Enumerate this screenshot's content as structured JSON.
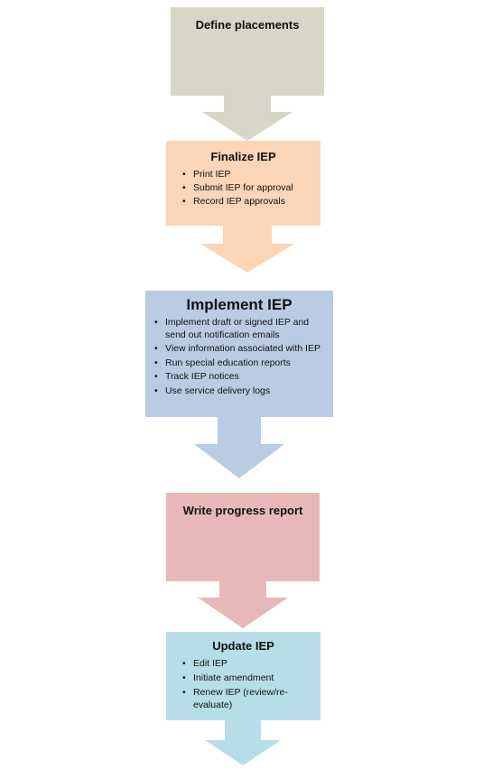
{
  "steps": [
    {
      "title": "Define placements",
      "color": "#d8d7c7",
      "arrow_color": "#d8d7c7",
      "items": []
    },
    {
      "title": "Finalize IEP",
      "color": "#fbd5b5",
      "arrow_color": "#fbd5b5",
      "items": [
        "Print IEP",
        "Submit IEP for approval",
        "Record IEP approvals"
      ]
    },
    {
      "title": "Implement IEP",
      "color": "#b9cce4",
      "arrow_color": "#b9cce4",
      "items": [
        "Implement draft or signed IEP and send out notification emails",
        "View information associated with IEP",
        "Run special education reports",
        "Track IEP notices",
        "Use service delivery logs"
      ]
    },
    {
      "title": "Write progress report",
      "color": "#e6b9b8",
      "arrow_color": "#e6b9b8",
      "items": []
    },
    {
      "title": "Update IEP",
      "color": "#b7dde8",
      "arrow_color": "#b7dde8",
      "items": [
        "Edit IEP",
        "Initiate amendment",
        "Renew IEP (review/re-evaluate)"
      ]
    }
  ]
}
